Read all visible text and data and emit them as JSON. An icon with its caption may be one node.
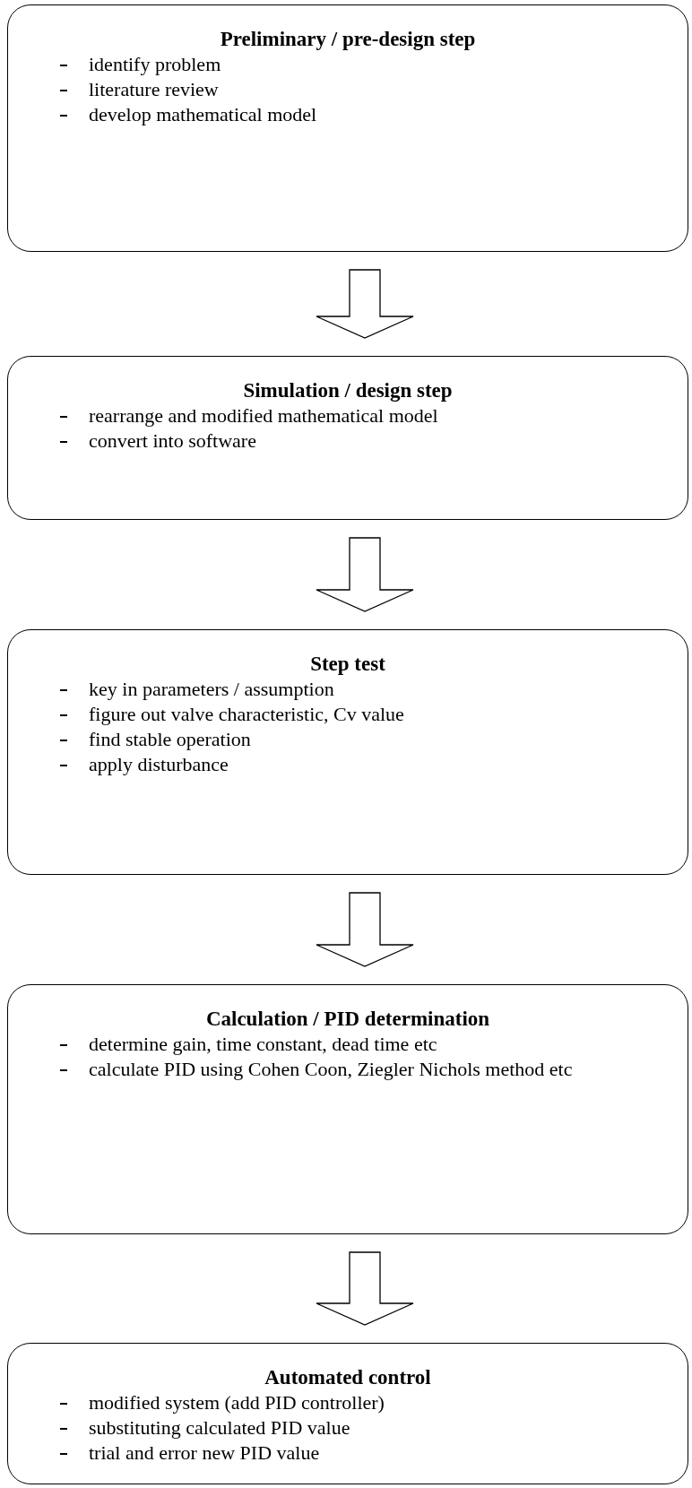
{
  "diagram": {
    "nodes": [
      {
        "text": [
          "Preliminary / pre-design step",
          "identify problem",
          "literature review",
          "develop mathematical model"
        ]
      },
      {
        "text": [
          "Simulation / design step",
          "rearrange and modified mathematical model",
          "convert into software"
        ]
      },
      {
        "text": [
          "Step test",
          "key in parameters / assumption",
          "figure out valve characteristic, Cv value",
          "find stable operation",
          "apply disturbance"
        ]
      },
      {
        "text": [
          "Calculation / PID determination",
          "determine gain, time constant, dead time etc",
          "calculate PID using Cohen Coon, Ziegler Nichols method etc"
        ]
      },
      {
        "text": [
          "Automated control",
          "modified system (add PID controller)",
          "substituting calculated PID value",
          "trial and error new PID value"
        ]
      }
    ],
    "edges": [
      {
        "from": 0,
        "to": 1,
        "arrow": "to"
      },
      {
        "from": 1,
        "to": 2,
        "arrow": "to"
      },
      {
        "from": 2,
        "to": 3,
        "arrow": "to"
      },
      {
        "from": 3,
        "to": 4,
        "arrow": "to"
      }
    ]
  }
}
